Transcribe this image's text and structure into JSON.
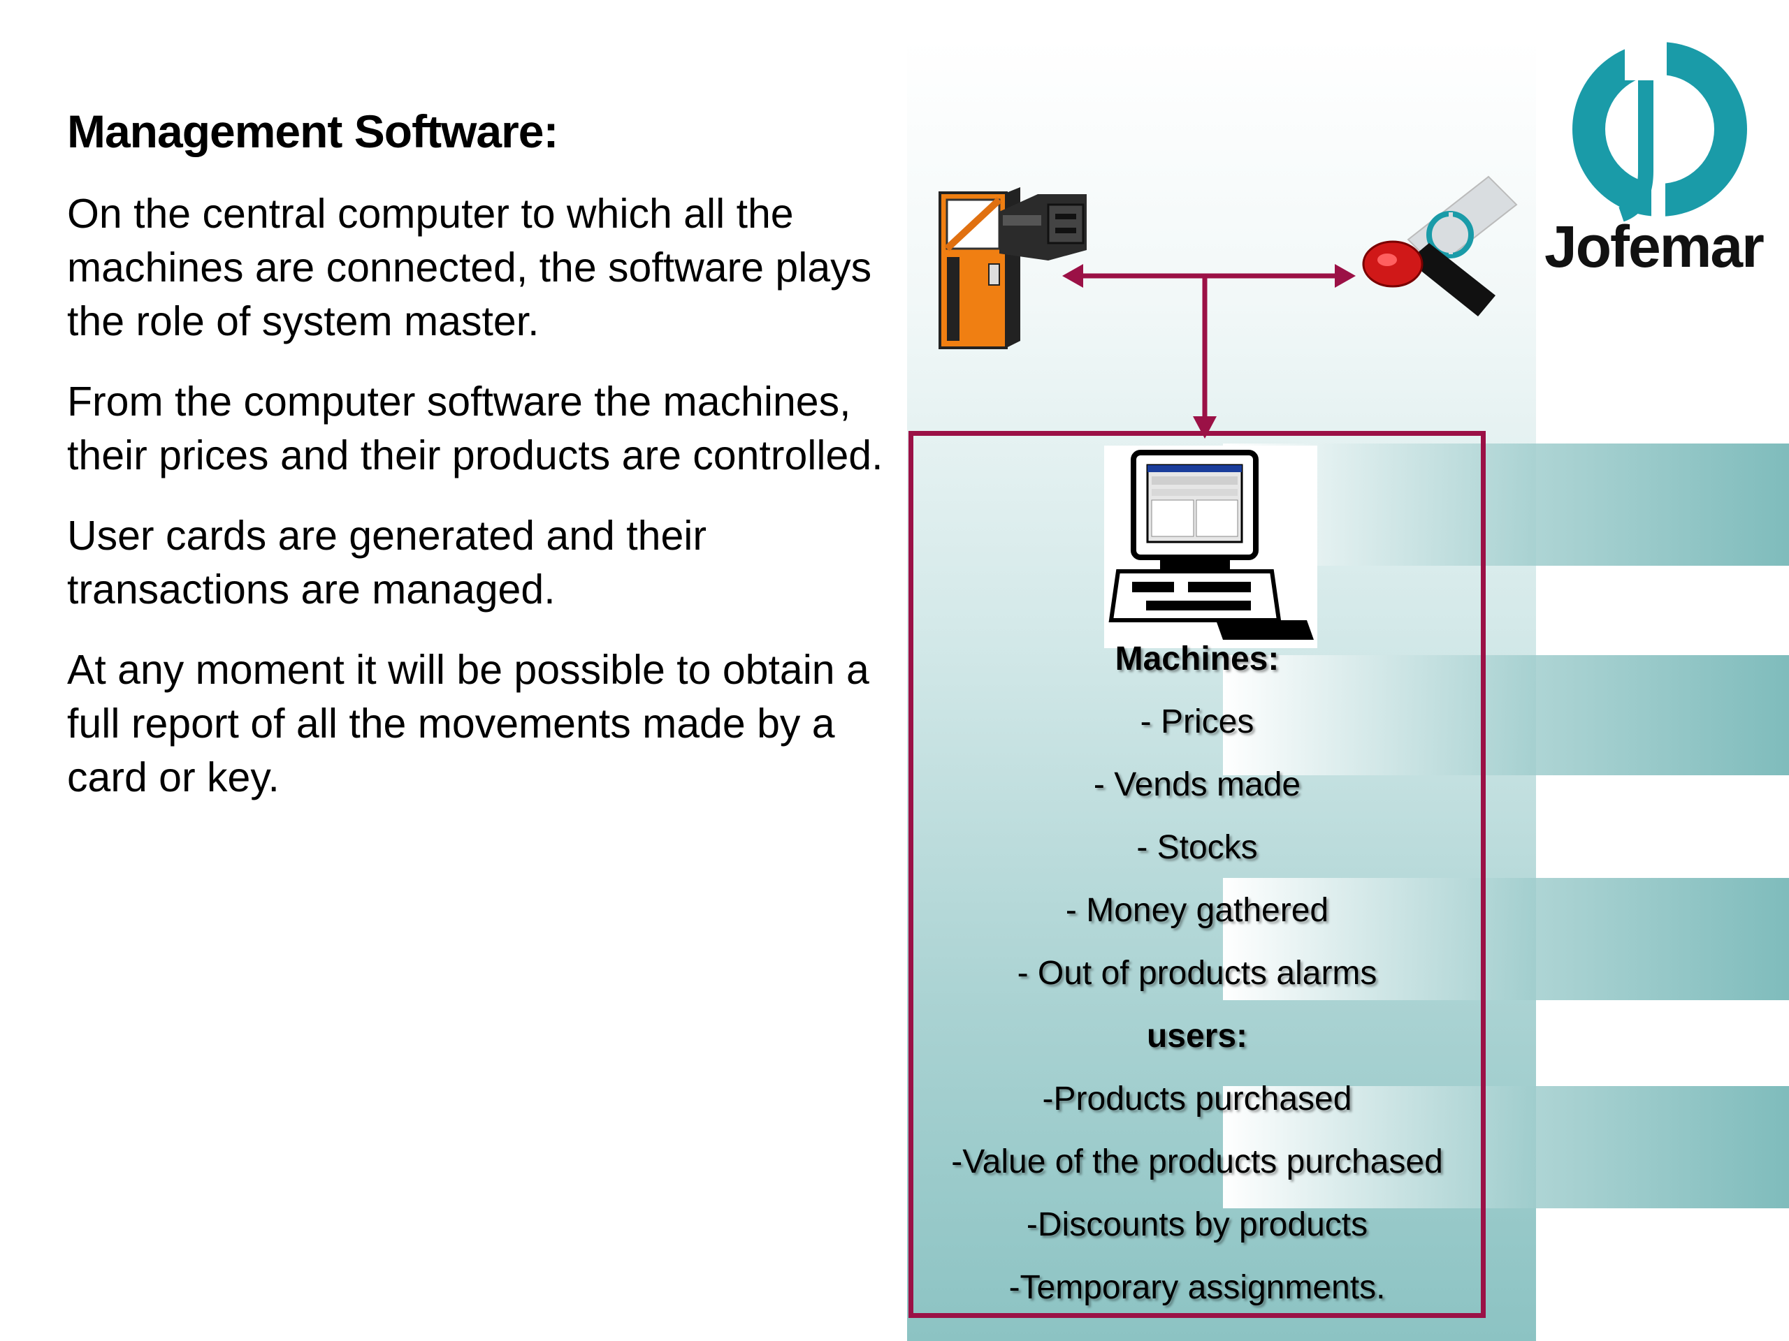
{
  "heading": "Management Software:",
  "paragraphs": [
    "On the central computer to which all the machines are connected, the software plays the role of system master.",
    "From the computer software the machines, their prices and their products are controlled.",
    "User cards are generated and their transactions are managed.",
    "At any moment it will be possible to obtain a full report of all the movements made by a card or key."
  ],
  "logo": {
    "text": "Jofemar"
  },
  "diagram_list": [
    {
      "text": "Machines:",
      "kind": "header"
    },
    {
      "text": "- Prices",
      "kind": "item"
    },
    {
      "text": "- Vends made",
      "kind": "item"
    },
    {
      "text": "- Stocks",
      "kind": "item"
    },
    {
      "text": "- Money gathered",
      "kind": "item"
    },
    {
      "text": "- Out of products alarms",
      "kind": "item"
    },
    {
      "text": "users:",
      "kind": "header"
    },
    {
      "text": "-Products purchased",
      "kind": "item"
    },
    {
      "text": "-Value of the products purchased",
      "kind": "item"
    },
    {
      "text": "-Discounts by products",
      "kind": "item"
    },
    {
      "text": "-Temporary assignments.",
      "kind": "item"
    }
  ],
  "icons": [
    "vending-machine-icon",
    "card-key-icon",
    "computer-icon",
    "jofemar-logo-icon"
  ],
  "colors": {
    "frame": "#9b1146",
    "teal": "#1a9ba8"
  }
}
